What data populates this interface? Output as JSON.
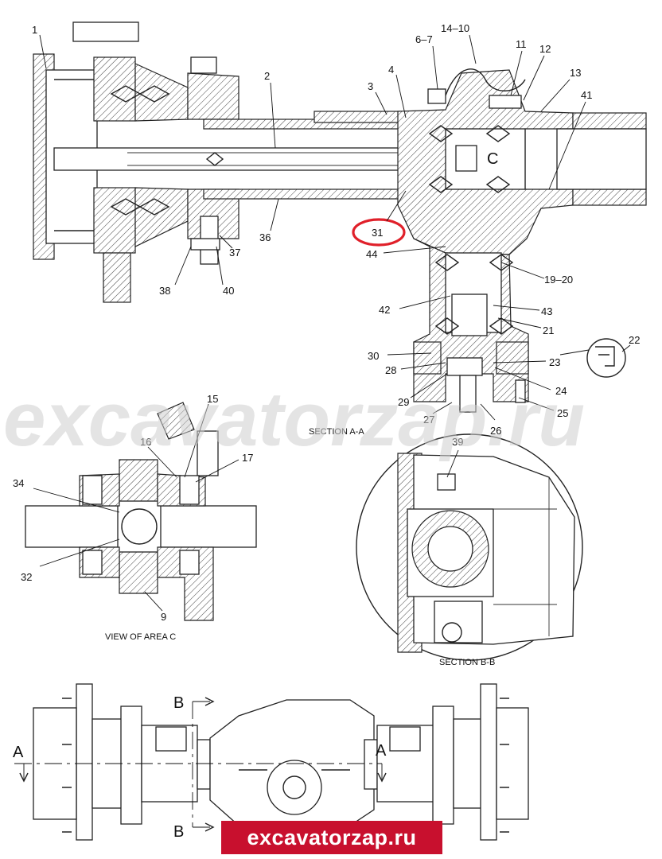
{
  "watermark": "excavatorzap.ru",
  "brand_banner": "excavatorzap.ru",
  "highlight_color": "#e0202a",
  "brand_color": "#c8102e",
  "highlighted_callout": "31",
  "captions": {
    "section_aa": "SECTION A-A",
    "view_area_c": "VIEW OF AREA C",
    "section_bb": "SECTION B-B"
  },
  "area_letter": "C",
  "section_markers": [
    "A",
    "A",
    "B",
    "B"
  ],
  "callouts": [
    {
      "id": "c1",
      "label": "1"
    },
    {
      "id": "c2",
      "label": "2"
    },
    {
      "id": "c3",
      "label": "3"
    },
    {
      "id": "c4",
      "label": "4"
    },
    {
      "id": "c67",
      "label": "6–7"
    },
    {
      "id": "c1410",
      "label": "14–10"
    },
    {
      "id": "c11",
      "label": "11"
    },
    {
      "id": "c12",
      "label": "12"
    },
    {
      "id": "c13",
      "label": "13"
    },
    {
      "id": "c41",
      "label": "41"
    },
    {
      "id": "c31",
      "label": "31"
    },
    {
      "id": "c36",
      "label": "36"
    },
    {
      "id": "c37",
      "label": "37"
    },
    {
      "id": "c38",
      "label": "38"
    },
    {
      "id": "c40",
      "label": "40"
    },
    {
      "id": "c44",
      "label": "44"
    },
    {
      "id": "c1920",
      "label": "19–20"
    },
    {
      "id": "c42",
      "label": "42"
    },
    {
      "id": "c43",
      "label": "43"
    },
    {
      "id": "c21",
      "label": "21"
    },
    {
      "id": "c22",
      "label": "22"
    },
    {
      "id": "c30",
      "label": "30"
    },
    {
      "id": "c23",
      "label": "23"
    },
    {
      "id": "c28",
      "label": "28"
    },
    {
      "id": "c24",
      "label": "24"
    },
    {
      "id": "c29",
      "label": "29"
    },
    {
      "id": "c25",
      "label": "25"
    },
    {
      "id": "c27",
      "label": "27"
    },
    {
      "id": "c26",
      "label": "26"
    },
    {
      "id": "c15",
      "label": "15"
    },
    {
      "id": "c16",
      "label": "16"
    },
    {
      "id": "c17",
      "label": "17"
    },
    {
      "id": "c34",
      "label": "34"
    },
    {
      "id": "c32",
      "label": "32"
    },
    {
      "id": "c9",
      "label": "9"
    },
    {
      "id": "c39",
      "label": "39"
    }
  ]
}
